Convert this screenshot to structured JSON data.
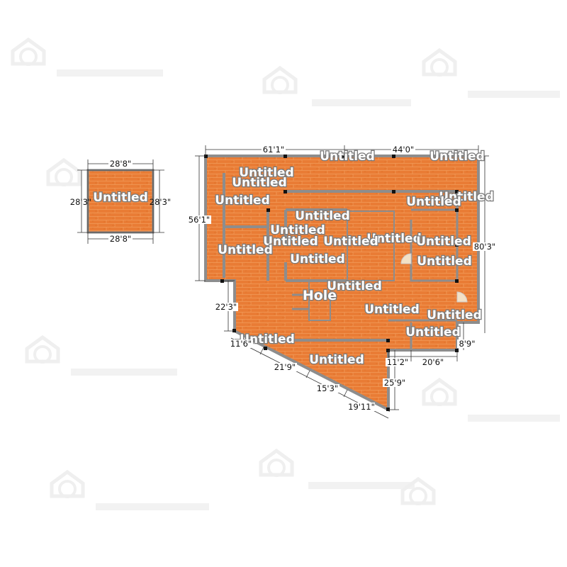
{
  "plan": {
    "colors": {
      "floor": "#e97c35",
      "wall": "#8d8d8d",
      "label_fill": "#ffffff",
      "label_outline": "#7a7a7a",
      "dimension_text": "#111111",
      "watermark": "#efefef"
    },
    "watermark_icon": "house-logo-watermark",
    "small_plan": {
      "room_label": "Untitled",
      "dimensions": {
        "top": "28'8\"",
        "bottom": "28'8\"",
        "left": "28'3\"",
        "right": "28'3\""
      }
    },
    "main_plan": {
      "room_labels": [
        "Untitled",
        "Untitled",
        "Untitled",
        "Untitled",
        "Untitled",
        "Untitled",
        "Untitled",
        "Untitled",
        "Untitled",
        "Untitled",
        "Untitled",
        "Untitled",
        "Untitled",
        "Untitled",
        "Untitled",
        "Untitled",
        "Untitled",
        "Untitled",
        "Untitled",
        "Untitled",
        "Untitled"
      ],
      "hole_label": "Hole",
      "dimensions": [
        "61'1\"",
        "44'0\"",
        "56'1\"",
        "80'3\"",
        "22'3\"",
        "11'6\"",
        "21'9\"",
        "15'3\"",
        "19'11\"",
        "25'9\"",
        "11'2\"",
        "20'6\"",
        "8'9\""
      ]
    }
  }
}
